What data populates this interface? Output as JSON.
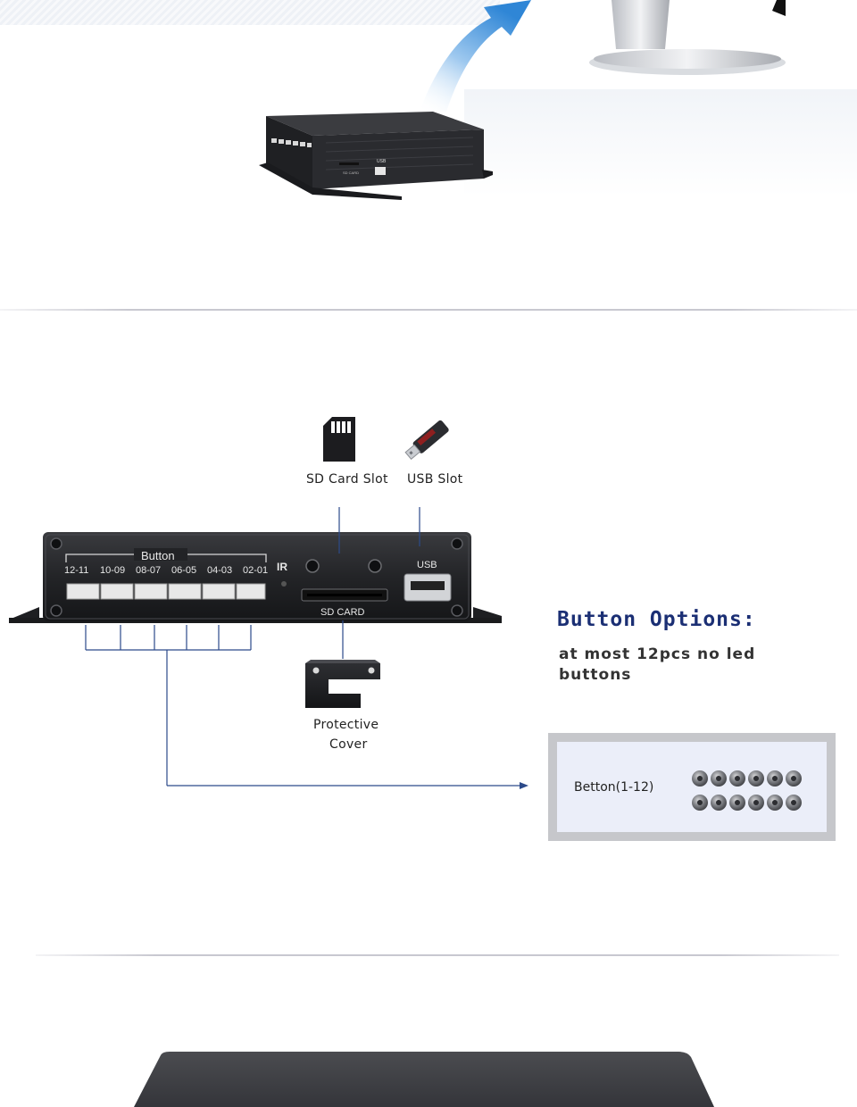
{
  "hero": {
    "usb_label": "USB",
    "sd_label": "SD CARD"
  },
  "labels": {
    "sd_card_slot": "SD Card Slot",
    "usb_slot": "USB Slot",
    "protective_cover_line1": "Protective",
    "protective_cover_line2": "Cover"
  },
  "device": {
    "button_header": "Button",
    "ports": [
      "12-11",
      "10-09",
      "08-07",
      "06-05",
      "04-03",
      "02-01"
    ],
    "ir_label": "IR",
    "usb_label": "USB",
    "sd_label": "SD CARD"
  },
  "options": {
    "title": "Button Options:",
    "description": "at most 12pcs no led buttons",
    "box_label": "Betton(1-12)"
  },
  "colors": {
    "title": "#1b2f74",
    "connector_line": "#2c4a8a"
  }
}
